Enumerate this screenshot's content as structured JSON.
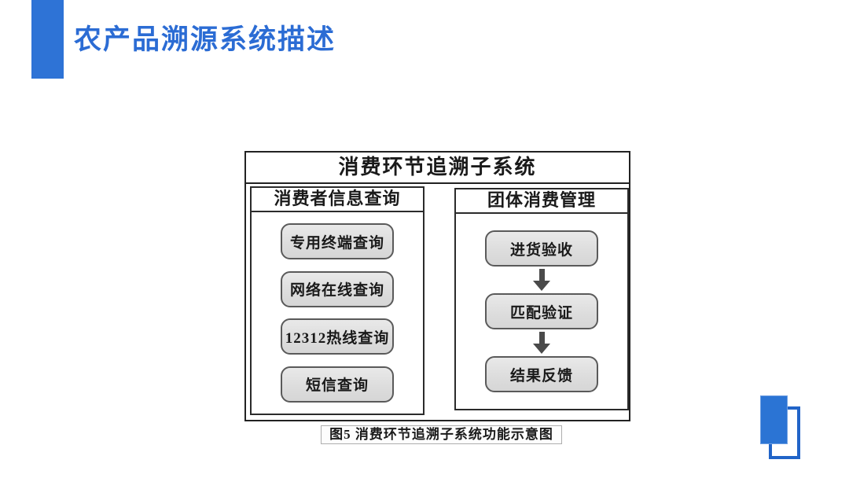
{
  "slide": {
    "title": "农产品溯源系统描述"
  },
  "diagram": {
    "title": "消费环节追溯子系统",
    "left_panel": {
      "title": "消费者信息查询",
      "items": [
        "专用终端查询",
        "网络在线查询",
        "12312热线查询",
        "短信查询"
      ]
    },
    "right_panel": {
      "title": "团体消费管理",
      "steps": [
        "进货验收",
        "匹配验证",
        "结果反馈"
      ]
    },
    "caption": "图5  消费环节追溯子系统功能示意图"
  },
  "colors": {
    "accent_blue": "#2e73d6",
    "title_text_blue": "#2b6cd4",
    "logo_fill_blue": "#2b74d4",
    "logo_outline_blue": "#2164c8",
    "diagram_line": "#222222",
    "node_fill": "#dedede",
    "node_border": "#5a5a5a",
    "arrow_gray": "#4a4a4a"
  }
}
